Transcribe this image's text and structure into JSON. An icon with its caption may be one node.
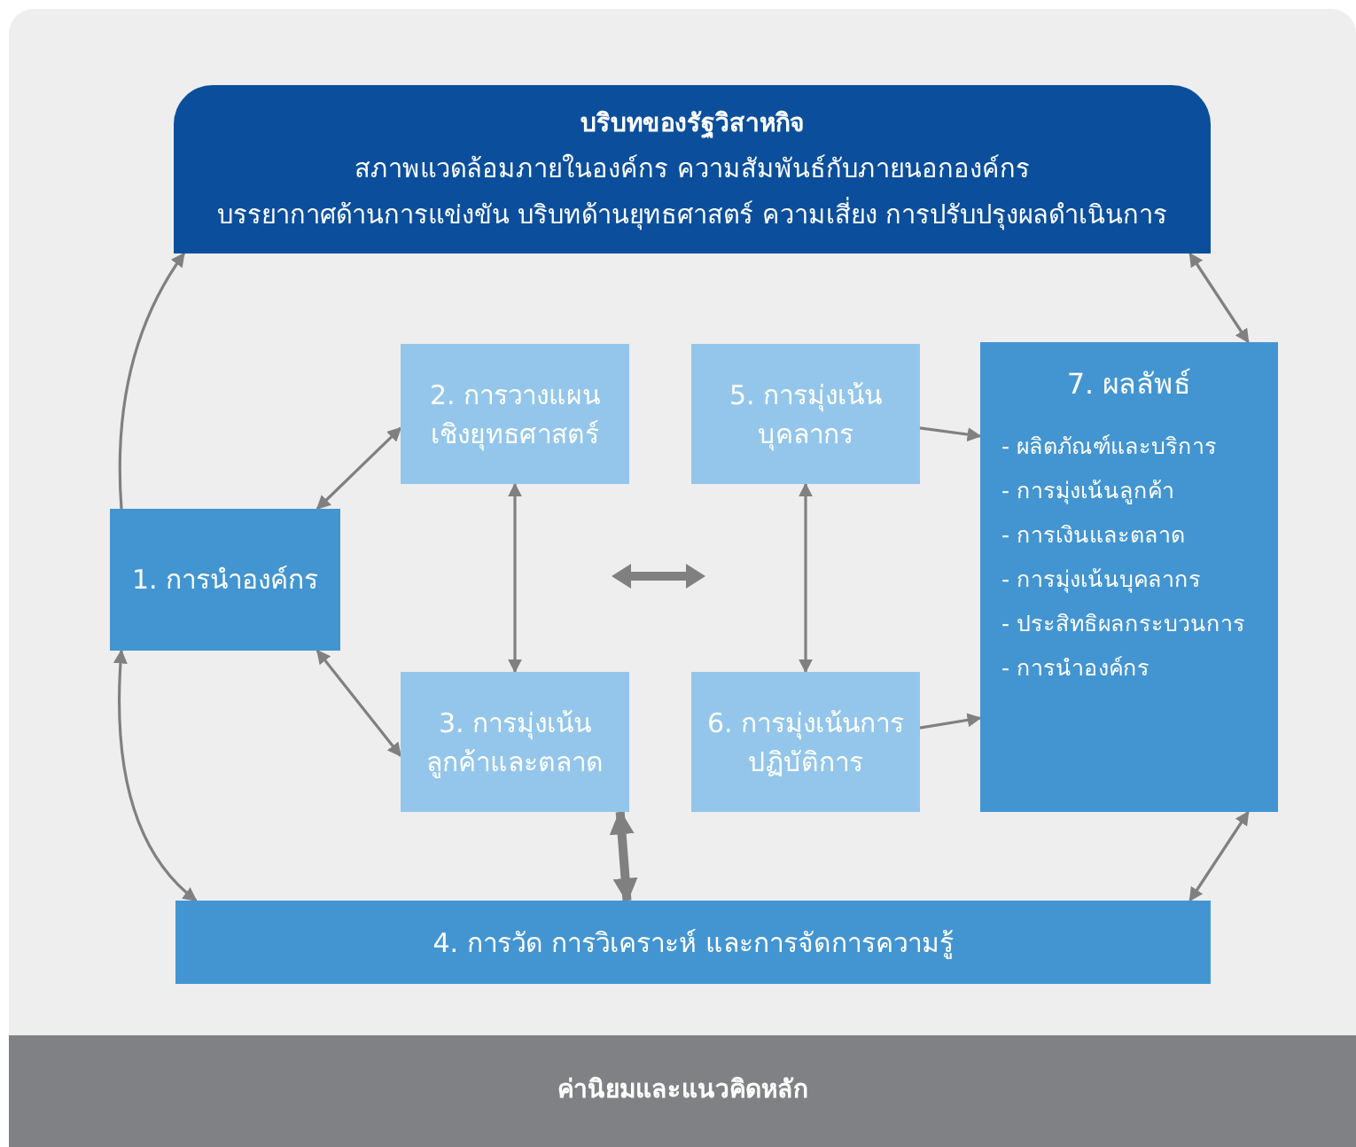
{
  "diagram": {
    "nodes": [
      {
        "text": [
          "บริบทของรัฐวิสาหกิจ",
          "สภาพแวดล้อมภายในองค์กร ความสัมพันธ์กับภายนอกองค์กร",
          "บรรยากาศด้านการแข่งขัน บริบทด้านยุทธศาสตร์ ความเสี่ยง การปรับปรุงผลดำเนินการ"
        ]
      },
      {
        "text": [
          "1. การนำองค์กร"
        ]
      },
      {
        "text": [
          "2. การวางแผนเชิงยุทธศาสตร์"
        ]
      },
      {
        "text": [
          "3. การมุ่งเน้นลูกค้าและตลาด"
        ]
      },
      {
        "text": [
          "5. การมุ่งเน้นบุคลากร"
        ]
      },
      {
        "text": [
          "6. การมุ่งเน้นการปฏิบัติการ"
        ]
      },
      {
        "text": [
          "7. ผลลัพธ์",
          "- ผลิตภัณฑ์และบริการ",
          "- การมุ่งเน้นลูกค้า",
          "- การเงินและตลาด",
          "- การมุ่งเน้นบุคลากร",
          "- ประสิทธิผลกระบวนการ",
          "- การนำองค์กร"
        ]
      },
      {
        "text": [
          "4. การวัด การวิเคราะห์ และการจัดการความรู้"
        ]
      },
      {
        "text": [
          "ค่านิยมและแนวคิดหลัก"
        ]
      }
    ],
    "edges": [
      {
        "from": 1,
        "to": 0,
        "arrow": "to"
      },
      {
        "from": 1,
        "to": 7,
        "arrow": "both"
      },
      {
        "from": 1,
        "to": 2,
        "arrow": "both"
      },
      {
        "from": 1,
        "to": 3,
        "arrow": "both"
      },
      {
        "from": 2,
        "to": 3,
        "arrow": "both"
      },
      {
        "from": 4,
        "to": 5,
        "arrow": "both"
      },
      {
        "from": 4,
        "to": 6,
        "arrow": "to"
      },
      {
        "from": 5,
        "to": 6,
        "arrow": "to"
      },
      {
        "from": 6,
        "to": 0,
        "arrow": "both"
      },
      {
        "from": 6,
        "to": 7,
        "arrow": "both"
      },
      {
        "from": 3,
        "to": 7,
        "arrow": "both",
        "style": "thick"
      }
    ]
  }
}
